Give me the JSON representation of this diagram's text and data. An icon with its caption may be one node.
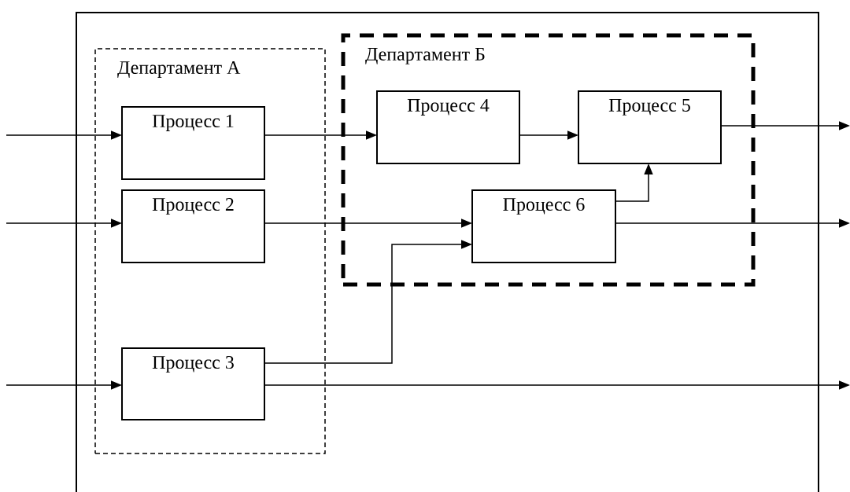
{
  "diagram": {
    "nodes": [
      {
        "text": [],
        "shape": "box"
      },
      {
        "text": [
          "Департамент А"
        ],
        "in": 0
      },
      {
        "text": [
          "Процесс 1"
        ],
        "in": 1
      },
      {
        "text": [
          "Процесс 2"
        ],
        "in": 1
      },
      {
        "text": [
          "Процесс 3"
        ],
        "in": 1
      },
      {
        "text": [
          "Департамент Б"
        ],
        "in": 0
      },
      {
        "text": [
          "Процесс 4"
        ],
        "in": 5
      },
      {
        "text": [
          "Процесс 5"
        ],
        "in": 5
      },
      {
        "text": [
          "Процесс 6"
        ],
        "in": 5
      }
    ],
    "edges": [
      {
        "from": null,
        "to": 2,
        "arrow": "to"
      },
      {
        "from": null,
        "to": 3,
        "arrow": "to"
      },
      {
        "from": null,
        "to": 4,
        "arrow": "to"
      },
      {
        "from": 2,
        "to": 6,
        "arrow": "to"
      },
      {
        "from": 6,
        "to": 7,
        "arrow": "to"
      },
      {
        "from": 3,
        "to": 8,
        "arrow": "to"
      },
      {
        "from": 4,
        "to": 8,
        "arrow": "to"
      },
      {
        "from": 8,
        "to": 7,
        "arrow": "to"
      },
      {
        "from": 7,
        "to": null,
        "arrow": "to"
      },
      {
        "from": 8,
        "to": null,
        "arrow": "to"
      },
      {
        "from": 4,
        "to": null,
        "arrow": "to"
      }
    ]
  }
}
